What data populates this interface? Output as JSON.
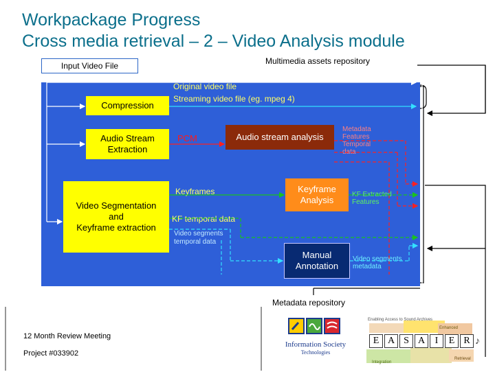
{
  "title": {
    "line1": "Workpackage Progress",
    "line2": "Cross media retrieval – 2 – Video Analysis module"
  },
  "repositories": {
    "multimedia": "Multimedia assets repository",
    "metadata": "Metadata repository"
  },
  "input": {
    "label": "Input Video File"
  },
  "blocks": {
    "compression": "Compression",
    "audio_extraction": [
      "Audio Stream",
      "Extraction"
    ],
    "pcm": "PCM",
    "audio_analysis": "Audio stream analysis",
    "segmentation": [
      "Video Segmentation",
      "and",
      "Keyframe extraction"
    ],
    "keyframe_analysis": [
      "Keyframe",
      "Analysis"
    ],
    "manual_annotation": [
      "Manual",
      "Annotation"
    ]
  },
  "flow_labels": {
    "original_video": "Original video file",
    "streaming_video": "Streaming video file (eg. mpeg 4)",
    "keyframes": "Keyframes",
    "kf_temporal": "KF temporal data",
    "video_segments": "Video segments",
    "temporal_data": "temporal data"
  },
  "outputs": {
    "audio_metadata": [
      "Metadata",
      "Features",
      "Temporal",
      "data"
    ],
    "kf_features": [
      "KF Extracted",
      "Features"
    ],
    "segment_metadata": [
      "Video segments",
      "metadata"
    ]
  },
  "footer": {
    "meeting": "12 Month Review Meeting",
    "project": "Project #033902"
  },
  "logos": {
    "info_society": [
      "Information Society",
      "Technologies"
    ],
    "easaier_letters": [
      "E",
      "A",
      "S",
      "A",
      "I",
      "E",
      "R"
    ],
    "easaier_tagline": "Enabling Access to Sound Archives",
    "easaier_words": [
      "Enhanced",
      "Integration",
      "Retrieval"
    ]
  },
  "colors": {
    "title": "#0b6f8b",
    "panel": "#2e5fd8",
    "yellow": "#ffff00",
    "orange": "#ff8c1a",
    "brown": "#8b2a0a",
    "navy": "#082a72",
    "cyan_arrow": "#33e0ff",
    "red_arrow": "#ff2020",
    "green_arrow": "#19c21f"
  }
}
